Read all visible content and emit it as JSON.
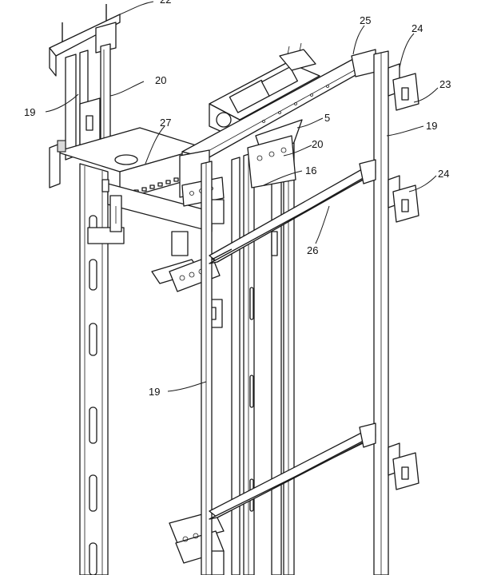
{
  "labels": {
    "l22": "22",
    "l20a": "20",
    "l19a": "19",
    "l27": "27",
    "l25": "25",
    "l24a": "24",
    "l23": "23",
    "l5": "5",
    "l19b": "19",
    "l20b": "20",
    "l16": "16",
    "l24b": "24",
    "l26": "26",
    "l19c": "19"
  }
}
